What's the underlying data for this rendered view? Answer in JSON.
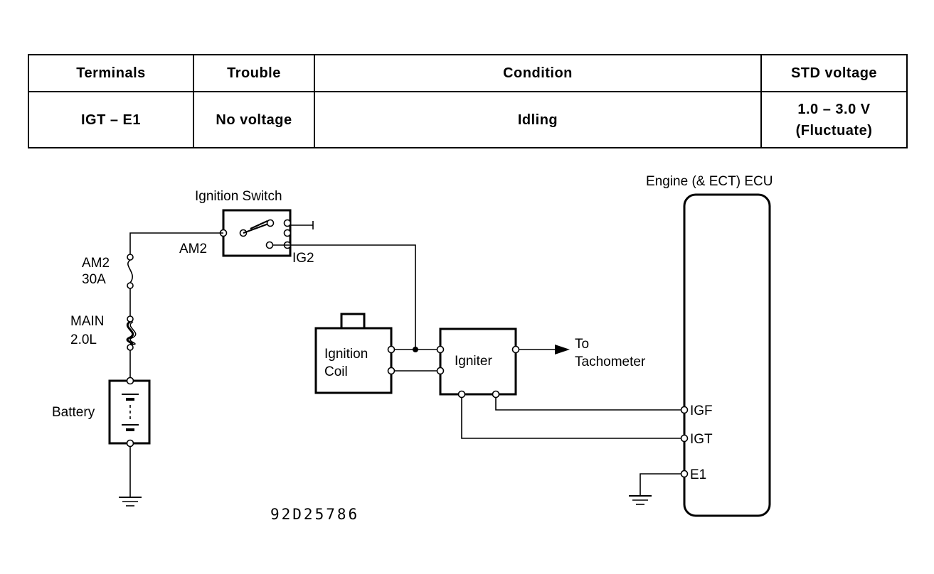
{
  "table": {
    "headers": [
      "Terminals",
      "Trouble",
      "Condition",
      "STD voltage"
    ],
    "row": {
      "terminals": "IGT – E1",
      "trouble": "No voltage",
      "condition": "Idling",
      "std_voltage_line1": "1.0 – 3.0 V",
      "std_voltage_line2": "(Fluctuate)"
    }
  },
  "diagram": {
    "ignition_switch": "Ignition Switch",
    "am2_terminal": "AM2",
    "ig2_terminal": "IG2",
    "fuse_am2_name": "AM2",
    "fuse_am2_rating": "30A",
    "fuse_main_name": "MAIN",
    "fuse_main_rating": "2.0L",
    "battery": "Battery",
    "ignition_coil_line1": "Ignition",
    "ignition_coil_line2": "Coil",
    "igniter": "Igniter",
    "tachometer_line1": "To",
    "tachometer_line2": "Tachometer",
    "ecu_title": "Engine (& ECT) ECU",
    "ecu_igf": "IGF",
    "ecu_igt": "IGT",
    "ecu_e1": "E1",
    "figure_code": "92D25786"
  }
}
